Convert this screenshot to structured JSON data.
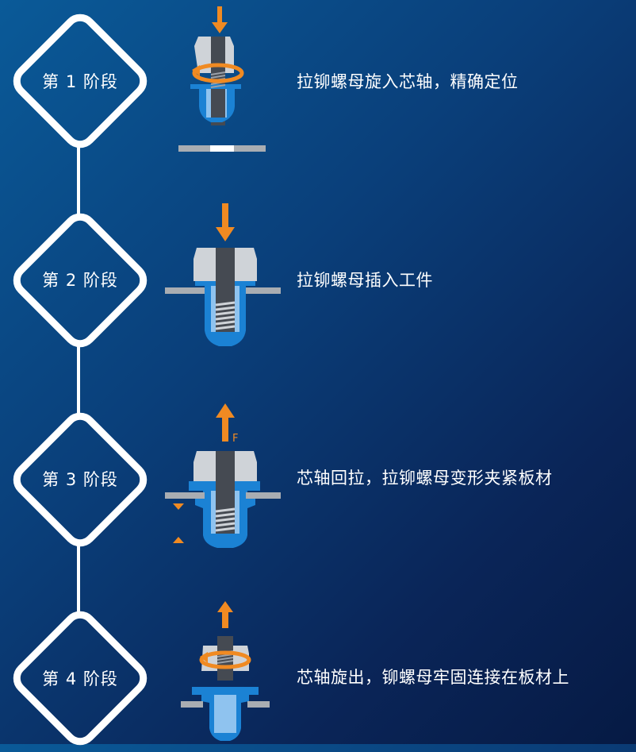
{
  "stages": [
    {
      "label": "第 1 阶段",
      "description": "拉铆螺母旋入芯轴，精确定位"
    },
    {
      "label": "第 2 阶段",
      "description": "拉铆螺母插入工件"
    },
    {
      "label": "第 3 阶段",
      "description": "芯轴回拉，拉铆螺母变形夹紧板材",
      "force_label": "F"
    },
    {
      "label": "第 4 阶段",
      "description": "芯轴旋出，铆螺母牢固连接在板材上"
    }
  ],
  "colors": {
    "background_top": "#0a5a98",
    "background_bottom": "#061a44",
    "diamond": "#ffffff",
    "arrow": "#f08a22",
    "nut": "#1b82d4",
    "mandrel": "#454a52",
    "nose_piece": "#cfd3d8",
    "sheet": "#a9adb2"
  }
}
